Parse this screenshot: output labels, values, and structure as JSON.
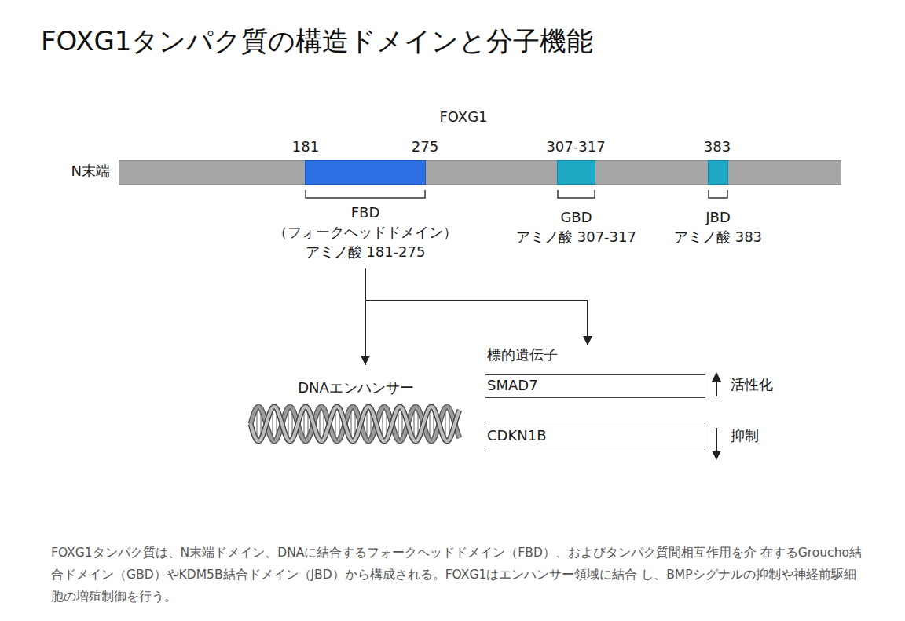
{
  "diagram": {
    "title": "FOXG1タンパク質の構造ドメインと分子機能",
    "caption": "FOXG1タンパク質は、N末端ドメイン、DNAに結合するフォークヘッドドメイン（FBD）、およびタンパク質間相互作用を介 在するGroucho結合ドメイン（GBD）やKDM5B結合ドメイン（JBD）から構成される。FOXG1はエンハンサー領域に結合 し、BMPシグナルの抑制や神経前駆細胞の増殖制御を行う。",
    "nodes": [
      {
        "text": [
          "FOXG1"
        ]
      },
      {
        "text": [
          "FBD",
          "（フォークヘッドドメイン）",
          "アミノ酸 181-275"
        ],
        "in": 0
      },
      {
        "text": [
          "GBD",
          "アミノ酸 307-317"
        ],
        "in": 0
      },
      {
        "text": [
          "JBD",
          "アミノ酸 383"
        ],
        "in": 0
      },
      {
        "text": [
          "DNAエンハンサー"
        ]
      },
      {
        "text": [
          "標的遺伝子"
        ]
      },
      {
        "text": [
          "SMAD7"
        ],
        "in": 5
      },
      {
        "text": [
          "CDKN1B"
        ],
        "in": 5
      }
    ],
    "edges": [
      {
        "from": 1,
        "to": 4,
        "arrow": "to"
      },
      {
        "from": 1,
        "to": 5,
        "arrow": "to"
      }
    ],
    "labels": [
      "N末端",
      "181",
      "275",
      "307-317",
      "383",
      "活性化",
      "抑制"
    ]
  }
}
